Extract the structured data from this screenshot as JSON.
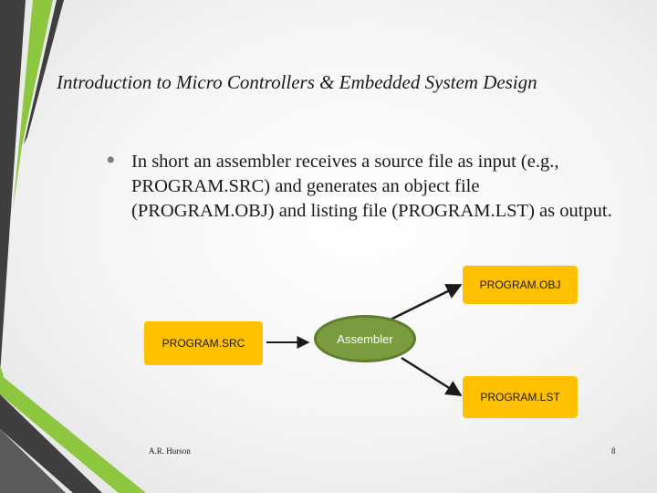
{
  "slide": {
    "title": "Introduction to Micro Controllers & Embedded System Design",
    "bullet": "In short an assembler receives a source file as input (e.g., PROGRAM.SRC) and generates an object file (PROGRAM.OBJ) and listing file (PROGRAM.LST) as output."
  },
  "diagram": {
    "source_box": "PROGRAM.SRC",
    "assembler": "Assembler",
    "object_box": "PROGRAM.OBJ",
    "listing_box": "PROGRAM.LST"
  },
  "footer": {
    "author": "A.R. Hurson",
    "page_number": "8"
  },
  "colors": {
    "box_fill": "#ffc000",
    "assembler_fill": "#7a9c3e",
    "accent_green": "#8dc63f",
    "accent_gray": "#404040"
  }
}
